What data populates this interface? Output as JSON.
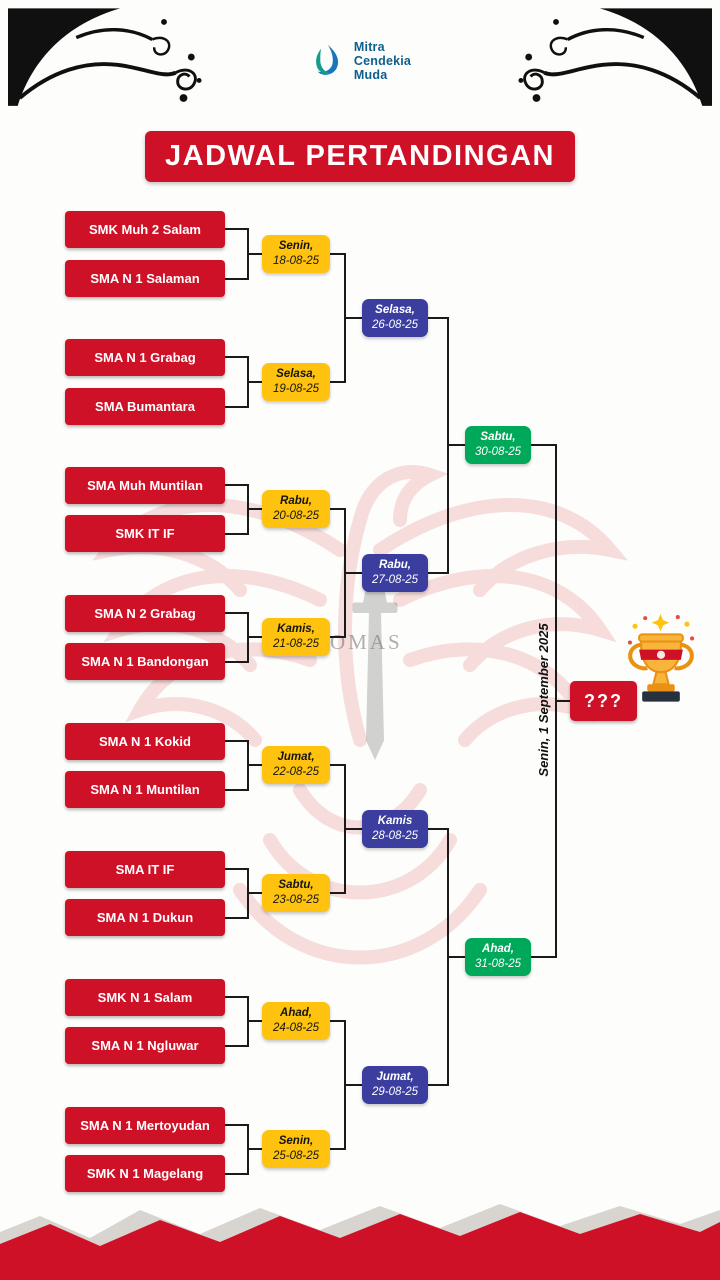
{
  "logo": {
    "line1": "Mitra",
    "line2": "Cendekia",
    "line3": "Muda"
  },
  "title": "JADWAL PERTANDINGAN",
  "teams": [
    "SMK Muh 2 Salam",
    "SMA N 1 Salaman",
    "SMA N 1 Grabag",
    "SMA Bumantara",
    "SMA Muh Muntilan",
    "SMK IT IF",
    "SMA N 2 Grabag",
    "SMA N 1 Bandongan",
    "SMA N 1 Kokid",
    "SMA N 1 Muntilan",
    "SMA IT IF",
    "SMA N 1 Dukun",
    "SMK N 1 Salam",
    "SMA N 1 Ngluwar",
    "SMA N 1 Mertoyudan",
    "SMK N 1 Magelang"
  ],
  "round1": [
    {
      "day": "Senin,",
      "date": "18-08-25"
    },
    {
      "day": "Selasa,",
      "date": "19-08-25"
    },
    {
      "day": "Rabu,",
      "date": "20-08-25"
    },
    {
      "day": "Kamis,",
      "date": "21-08-25"
    },
    {
      "day": "Jumat,",
      "date": "22-08-25"
    },
    {
      "day": "Sabtu,",
      "date": "23-08-25"
    },
    {
      "day": "Ahad,",
      "date": "24-08-25"
    },
    {
      "day": "Senin,",
      "date": "25-08-25"
    }
  ],
  "round2": [
    {
      "day": "Selasa,",
      "date": "26-08-25"
    },
    {
      "day": "Rabu,",
      "date": "27-08-25"
    },
    {
      "day": "Kamis",
      "date": "28-08-25"
    },
    {
      "day": "Jumat,",
      "date": "29-08-25"
    }
  ],
  "semifinals": [
    {
      "day": "Sabtu,",
      "date": "30-08-25"
    },
    {
      "day": "Ahad,",
      "date": "31-08-25"
    }
  ],
  "final": {
    "date_label": "Senin, 1 September 2025",
    "winner_placeholder": "???"
  },
  "watermark_text": "OMAS",
  "colors": {
    "brand_red": "#CE1126",
    "round1_yellow": "#FFC20E",
    "round2_blue": "#3B3E9E",
    "semifinal_green": "#00A859",
    "logo_blue": "#0F5E8E"
  }
}
